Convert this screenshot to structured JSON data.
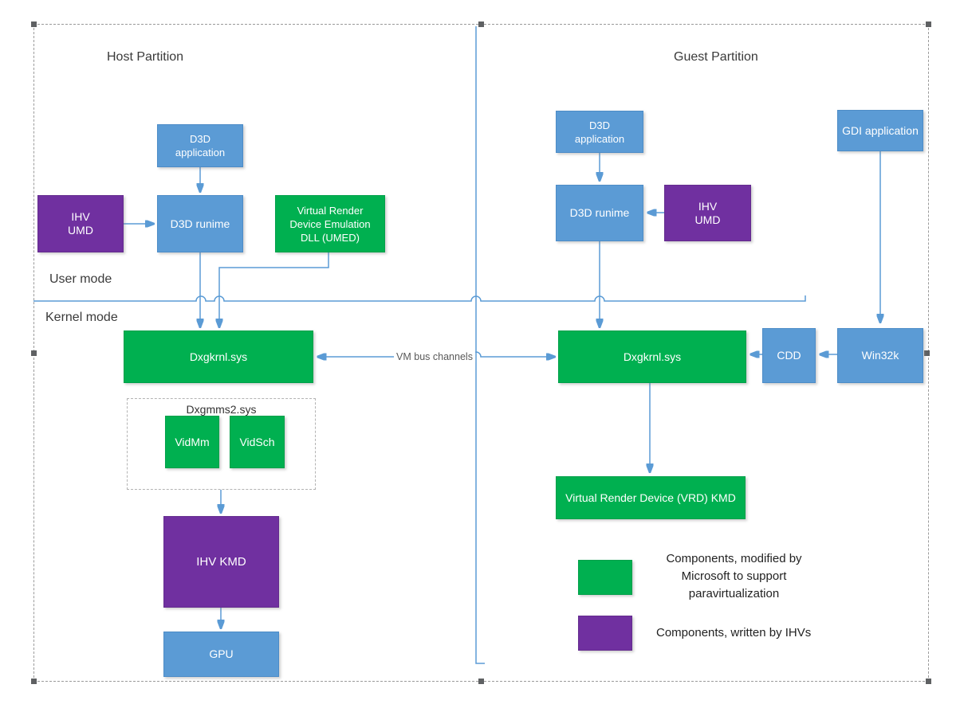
{
  "titles": {
    "host": "Host Partition",
    "guest": "Guest Partition"
  },
  "mode_labels": {
    "user": "User mode",
    "kernel": "Kernel mode"
  },
  "vm_bus_label": "VM bus channels",
  "nodes": {
    "host_d3d_app": "D3D\napplication",
    "host_ihv_umd": "IHV\nUMD",
    "host_d3d_runtime": "D3D runime",
    "umed": "Virtual Render\nDevice Emulation\nDLL (UMED)",
    "host_dxgkrnl": "Dxgkrnl.sys",
    "dxgmms2": "Dxgmms2.sys",
    "vidmm": "VidMm",
    "vidsch": "VidSch",
    "ihv_kmd": "IHV KMD",
    "gpu": "GPU",
    "guest_d3d_app": "D3D\napplication",
    "guest_d3d_runtime": "D3D runime",
    "guest_ihv_umd": "IHV\nUMD",
    "gdi_app": "GDI application",
    "guest_dxgkrnl": "Dxgkrnl.sys",
    "cdd": "CDD",
    "win32k": "Win32k",
    "vrd_kmd": "Virtual Render Device (VRD) KMD"
  },
  "legend": {
    "green_text": "Components, modified by\nMicrosoft to support\nparavirtualization",
    "purple_text": "Components, written by IHVs"
  },
  "colors": {
    "component_blue": "#5B9BD5",
    "component_green": "#00B050",
    "component_purple": "#7030A0",
    "connector": "#5B9BD5"
  }
}
